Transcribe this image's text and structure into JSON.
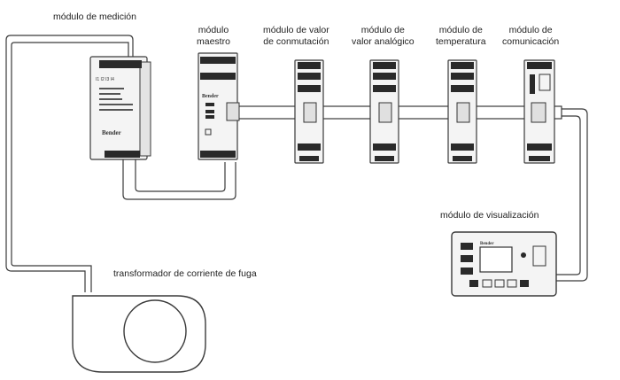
{
  "labels": {
    "measurement": "módulo de medición",
    "master_l1": "módulo",
    "master_l2": "maestro",
    "switching_l1": "módulo de valor",
    "switching_l2": "de conmutación",
    "analog_l1": "módulo de",
    "analog_l2": "valor analógico",
    "temperature_l1": "módulo de",
    "temperature_l2": "temperatura",
    "communication_l1": "módulo de",
    "communication_l2": "comunicación",
    "display": "módulo de visualización",
    "transformer": "transformador de corriente de fuga"
  },
  "device_marks": {
    "brand": "Bender",
    "measurement_terminals": "I1   I2   I3   I4",
    "display_brand": "Bender"
  },
  "colors": {
    "line": "#3a3a3a",
    "device_fill": "#f4f4f4",
    "terminal_fill": "#2a2a2a",
    "bus_fill": "#ffffff"
  }
}
